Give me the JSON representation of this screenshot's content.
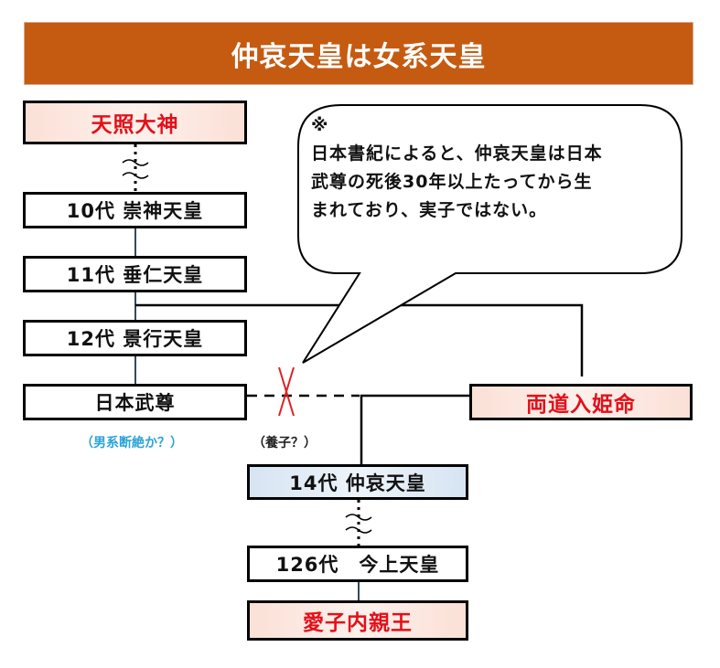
{
  "title": "仲哀天皇は女系天皇",
  "colors": {
    "banner": "#C55A11",
    "highlight_text": "#E3101A",
    "note_blue": "#2AA3D6",
    "cross_mark": "#E02020"
  },
  "lineage": {
    "amaterasu": "天照大神",
    "gen10": "10代 崇神天皇",
    "gen11": "11代 垂仁天皇",
    "gen12": "12代 景行天皇",
    "yamato_takeru": "日本武尊",
    "futaji_iri_hime": "両道入姫命",
    "gen14": "14代 仲哀天皇",
    "gen126": "126代　今上天皇",
    "aiko": "愛子内親王"
  },
  "notes": {
    "male_line_broken": "（男系断絶か？）",
    "adopted": "（養子？）"
  },
  "bubble": {
    "mark": "※",
    "lines": [
      "日本書紀によると、仲哀天皇は日本",
      "武尊の死後30年以上たってから生",
      "まれており、実子ではない。"
    ]
  },
  "icons": {
    "continuation": "wavy-ellipsis-icon",
    "cross": "cross-mark-icon"
  }
}
